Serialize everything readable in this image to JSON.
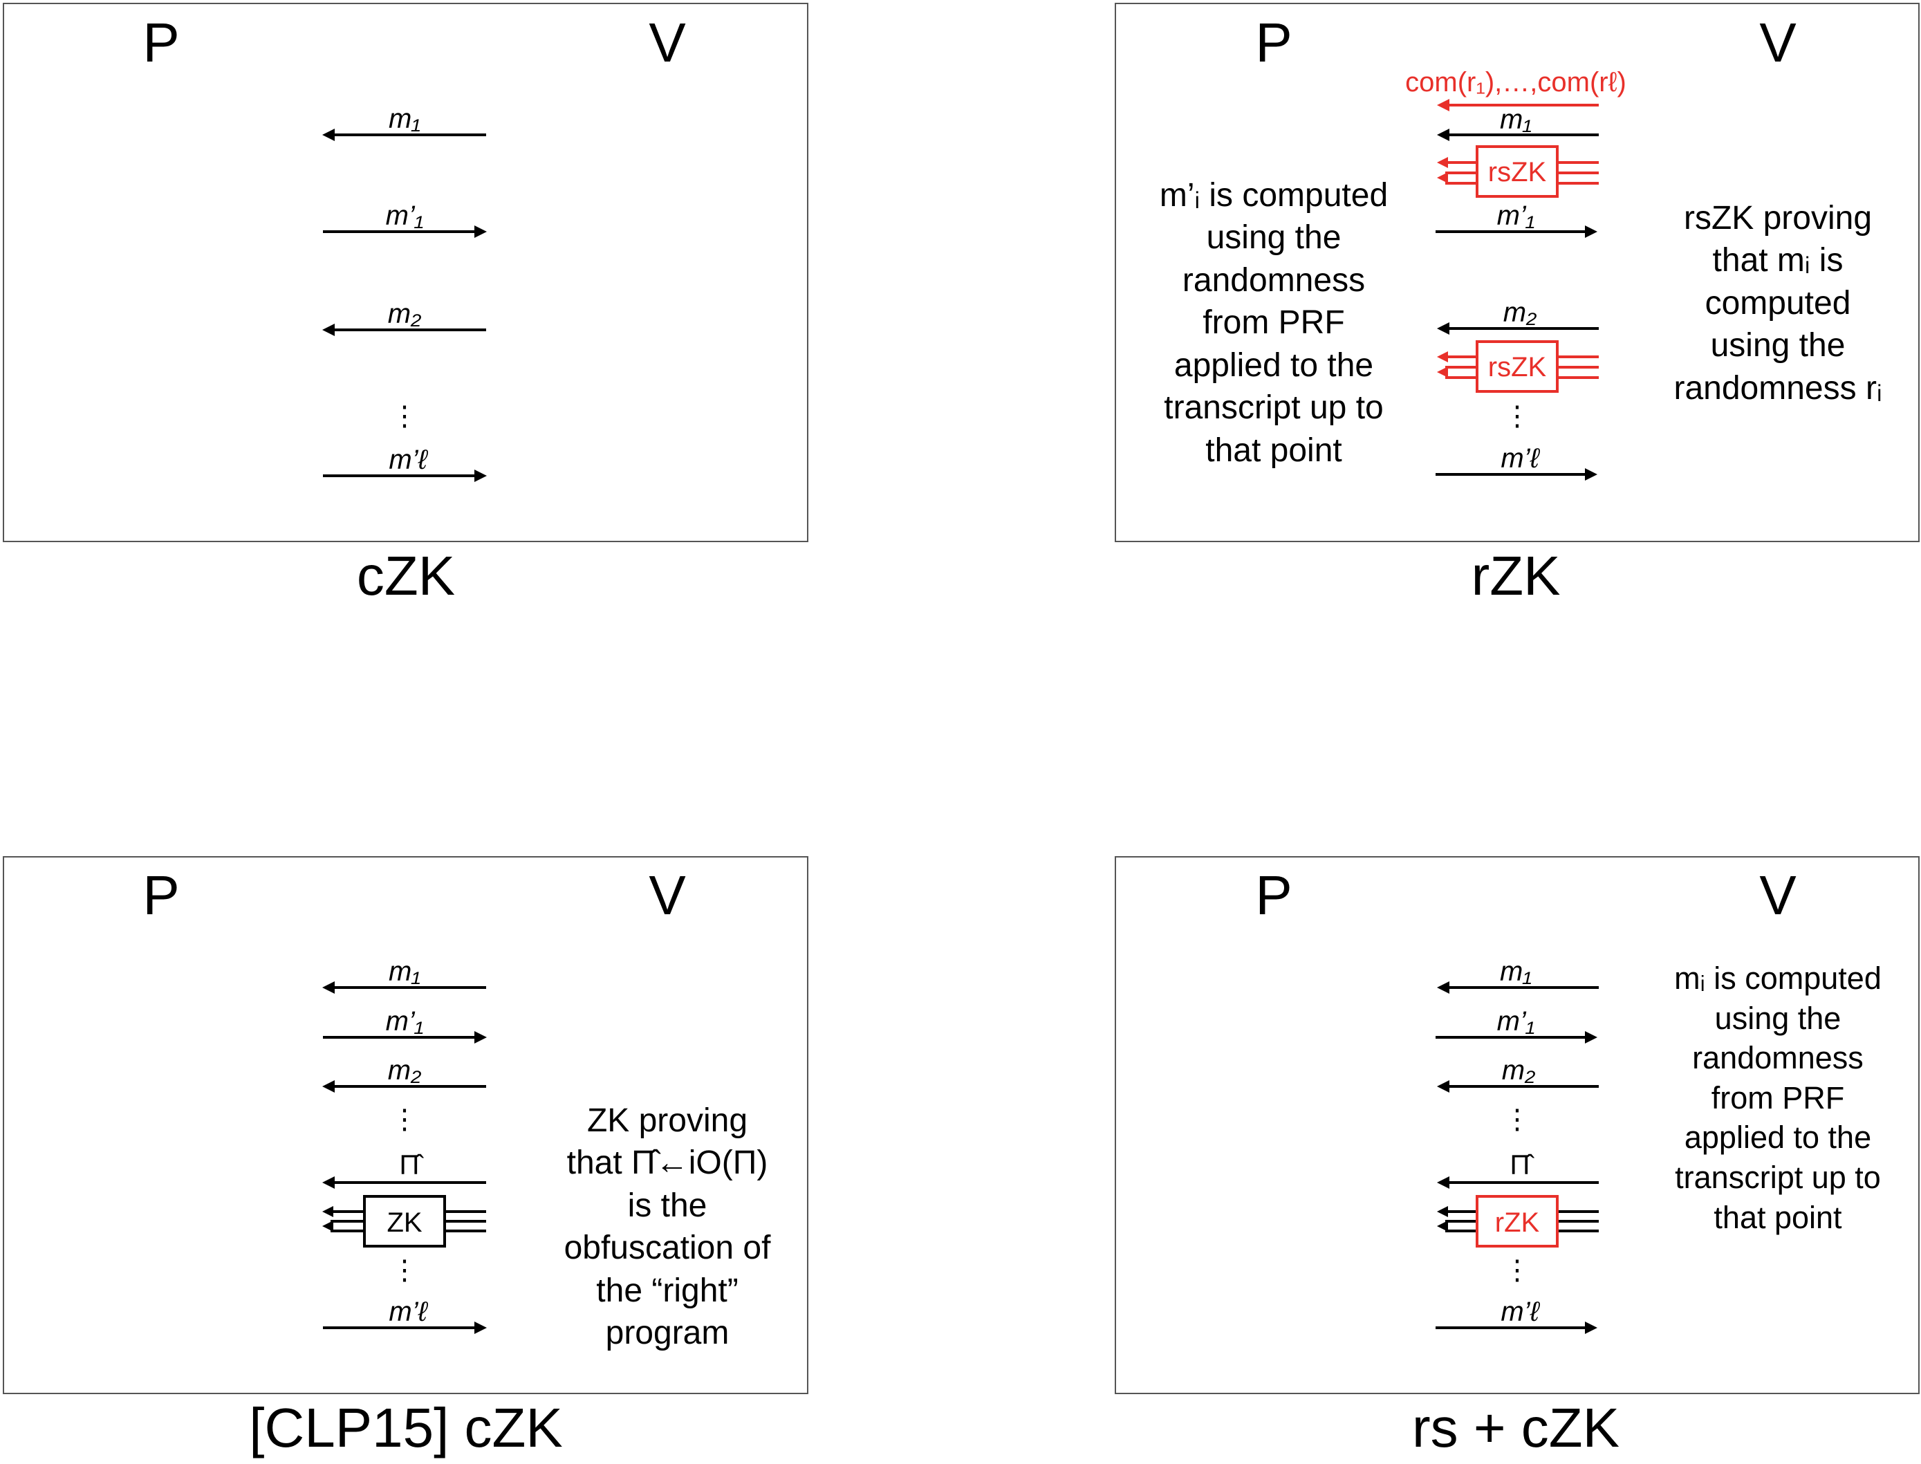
{
  "panels": [
    {
      "id": "czk",
      "prover_label": "P",
      "verifier_label": "V",
      "caption": "cZK",
      "messages": [
        {
          "label": "m₁",
          "direction": "to-prover"
        },
        {
          "label": "m’₁",
          "direction": "to-verifier"
        },
        {
          "label": "m₂",
          "direction": "to-prover"
        },
        {
          "label": "⋮",
          "direction": "none"
        },
        {
          "label": "m’ℓ",
          "direction": "to-verifier"
        }
      ]
    },
    {
      "id": "rzk",
      "prover_label": "P",
      "verifier_label": "V",
      "caption": "rZK",
      "commitment_label": "com(r₁),…,com(rℓ)",
      "messages": [
        {
          "label": "m₁",
          "direction": "to-prover"
        },
        {
          "label": "rsZK",
          "direction": "subprotocol"
        },
        {
          "label": "m’₁",
          "direction": "to-verifier"
        },
        {
          "label": "m₂",
          "direction": "to-prover"
        },
        {
          "label": "rsZK",
          "direction": "subprotocol"
        },
        {
          "label": "⋮",
          "direction": "none"
        },
        {
          "label": "m’ℓ",
          "direction": "to-verifier"
        }
      ],
      "left_note": [
        "m’ᵢ is computed",
        "using the",
        "randomness",
        "from PRF",
        "applied to the",
        "transcript up to",
        "that point"
      ],
      "right_note": [
        "rsZK proving",
        "that mᵢ is",
        "computed",
        "using the",
        "randomness rᵢ"
      ]
    },
    {
      "id": "clp15",
      "prover_label": "P",
      "verifier_label": "V",
      "caption": "[CLP15] cZK",
      "messages": [
        {
          "label": "m₁",
          "direction": "to-prover"
        },
        {
          "label": "m’₁",
          "direction": "to-verifier"
        },
        {
          "label": "m₂",
          "direction": "to-prover"
        },
        {
          "label": "⋮",
          "direction": "none"
        },
        {
          "label": "Π̂",
          "direction": "to-prover"
        },
        {
          "label": "ZK",
          "direction": "subprotocol"
        },
        {
          "label": "⋮",
          "direction": "none"
        },
        {
          "label": "m’ℓ",
          "direction": "to-verifier"
        }
      ],
      "right_note": [
        "ZK proving",
        "that Π̂←iO(Π)",
        "is the",
        "obfuscation of",
        "the “right”",
        "program"
      ]
    },
    {
      "id": "rs-czk",
      "prover_label": "P",
      "verifier_label": "V",
      "caption": "rs + cZK",
      "messages": [
        {
          "label": "m₁",
          "direction": "to-prover"
        },
        {
          "label": "m’₁",
          "direction": "to-verifier"
        },
        {
          "label": "m₂",
          "direction": "to-prover"
        },
        {
          "label": "⋮",
          "direction": "none"
        },
        {
          "label": "Π̂",
          "direction": "to-prover"
        },
        {
          "label": "rZK",
          "direction": "subprotocol"
        },
        {
          "label": "⋮",
          "direction": "none"
        },
        {
          "label": "m’ℓ",
          "direction": "to-verifier"
        }
      ],
      "right_note": [
        "mᵢ is computed",
        "using the",
        "randomness",
        "from PRF",
        "applied to the",
        "transcript up to",
        "that point"
      ]
    }
  ],
  "colors": {
    "highlight": "#e8302a",
    "ink": "#000000",
    "border": "#555555"
  }
}
